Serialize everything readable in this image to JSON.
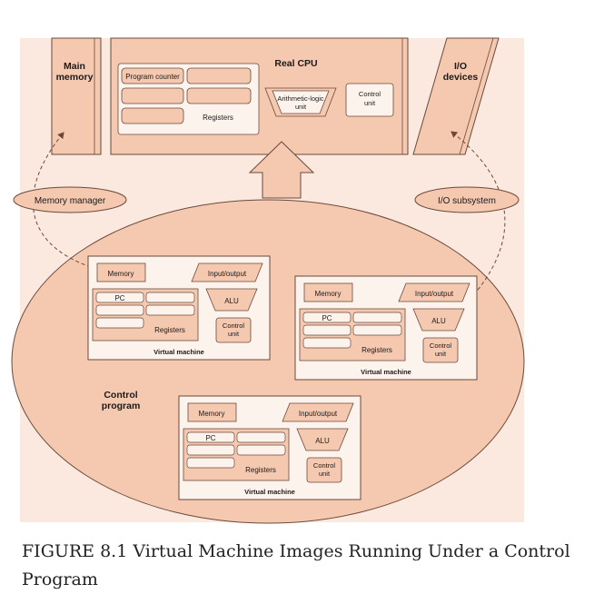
{
  "colors": {
    "panel_bg": "#fbe8de",
    "shape_fill": "#f5c8b0",
    "box_fill": "#fdf3ed",
    "stroke": "#6b4a3c",
    "caption_text": "#222222"
  },
  "icons": [
    "dashed-arrow-icon",
    "hollow-up-arrow-icon"
  ],
  "main_memory": {
    "label_line1": "Main",
    "label_line2": "memory"
  },
  "io_devices": {
    "label_line1": "I/O",
    "label_line2": "devices"
  },
  "real_cpu": {
    "title": "Real CPU",
    "program_counter": "Program counter",
    "registers": "Registers",
    "alu_line1": "Arithmetic-logic",
    "alu_line2": "unit",
    "control_line1": "Control",
    "control_line2": "unit"
  },
  "memory_manager": "Memory manager",
  "io_subsystem": "I/O subsystem",
  "control_program": {
    "line1": "Control",
    "line2": "program"
  },
  "virtual_machines": [
    {
      "title": "Virtual machine",
      "memory": "Memory",
      "io": "Input/output",
      "pc": "PC",
      "registers": "Registers",
      "alu": "ALU",
      "control_line1": "Control",
      "control_line2": "unit"
    },
    {
      "title": "Virtual machine",
      "memory": "Memory",
      "io": "Input/output",
      "pc": "PC",
      "registers": "Registers",
      "alu": "ALU",
      "control_line1": "Control",
      "control_line2": "unit"
    },
    {
      "title": "Virtual machine",
      "memory": "Memory",
      "io": "Input/output",
      "pc": "PC",
      "registers": "Registers",
      "alu": "ALU",
      "control_line1": "Control",
      "control_line2": "unit"
    }
  ],
  "caption": "FIGURE 8.1 Virtual Machine Images Running Under a Control Program"
}
